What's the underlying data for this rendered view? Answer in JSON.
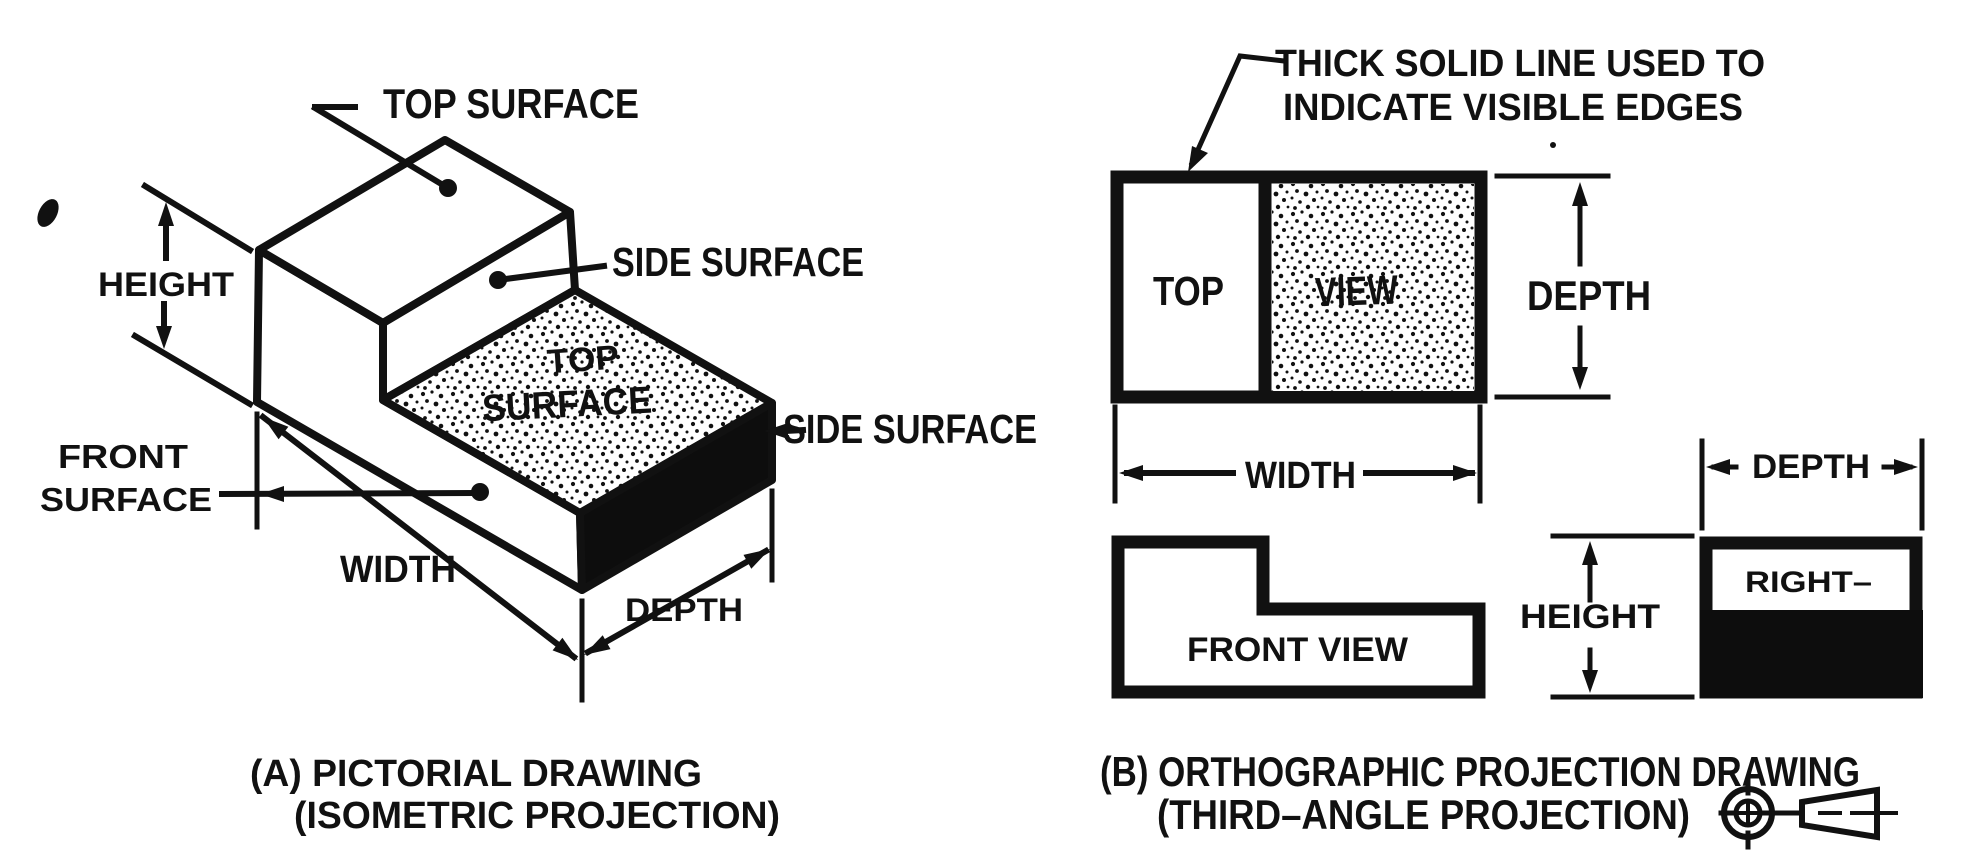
{
  "figure_title": "Pictorial vs orthographic projection drawing",
  "panel_a": {
    "labels": {
      "top_surface": "TOP SURFACE",
      "height": "HEIGHT",
      "side_surface_upper": "SIDE SURFACE",
      "block_top_face_line1": "TOP",
      "block_top_face_line2": "SURFACE",
      "side_surface_lower": "SIDE SURFACE",
      "front_line1": "FRONT",
      "front_line2": "SURFACE",
      "width": "WIDTH",
      "depth": "DEPTH"
    },
    "caption_line1": "(A)  PICTORIAL DRAWING",
    "caption_line2": "(ISOMETRIC PROJECTION)"
  },
  "panel_b": {
    "note_line1": "THICK SOLID LINE USED TO",
    "note_line2": "INDICATE VISIBLE EDGES",
    "top_view": {
      "left_label": "TOP",
      "right_label": "VIEW"
    },
    "front_view_label": "FRONT VIEW",
    "right_view_label": "RIGHT–",
    "dims": {
      "depth_top_view": "DEPTH",
      "width": "WIDTH",
      "height": "HEIGHT",
      "depth_right_view": "DEPTH"
    },
    "caption_line1": "(B)  ORTHOGRAPHIC PROJECTION DRAWING",
    "caption_line2": "(THIRD–ANGLE PROJECTION)"
  }
}
